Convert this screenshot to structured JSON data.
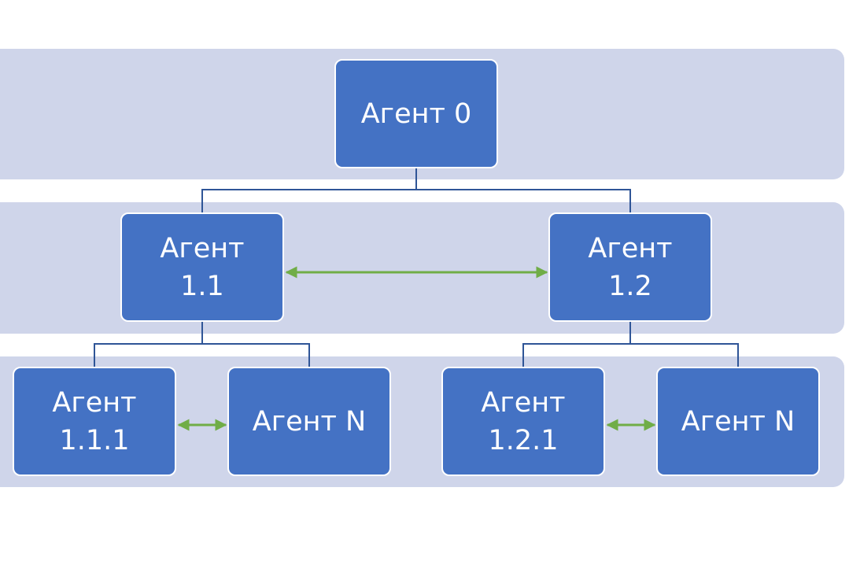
{
  "colors": {
    "band": "#cfd5ea",
    "node_fill": "#4472c4",
    "node_border": "#ffffff",
    "node_text": "#ffffff",
    "connector_line": "#2f5597",
    "peer_arrow": "#70ad47"
  },
  "diagram": {
    "nodes": {
      "agent_0": "Агент 0",
      "agent_1_1": "Агент\n1.1",
      "agent_1_2": "Агент\n1.2",
      "agent_1_1_1": "Агент\n1.1.1",
      "agent_1_1_n": "Агент N",
      "agent_1_2_1": "Агент\n1.2.1",
      "agent_1_2_n": "Агент N"
    },
    "edges": [
      {
        "from": "agent_0",
        "to": "agent_1_1",
        "kind": "hierarchy"
      },
      {
        "from": "agent_0",
        "to": "agent_1_2",
        "kind": "hierarchy"
      },
      {
        "from": "agent_1_1",
        "to": "agent_1_1_1",
        "kind": "hierarchy"
      },
      {
        "from": "agent_1_1",
        "to": "agent_1_1_n",
        "kind": "hierarchy"
      },
      {
        "from": "agent_1_2",
        "to": "agent_1_2_1",
        "kind": "hierarchy"
      },
      {
        "from": "agent_1_2",
        "to": "agent_1_2_n",
        "kind": "hierarchy"
      },
      {
        "from": "agent_1_1",
        "to": "agent_1_2",
        "kind": "peer-bidirectional"
      },
      {
        "from": "agent_1_1_1",
        "to": "agent_1_1_n",
        "kind": "peer-bidirectional"
      },
      {
        "from": "agent_1_2_1",
        "to": "agent_1_2_n",
        "kind": "peer-bidirectional"
      }
    ]
  }
}
